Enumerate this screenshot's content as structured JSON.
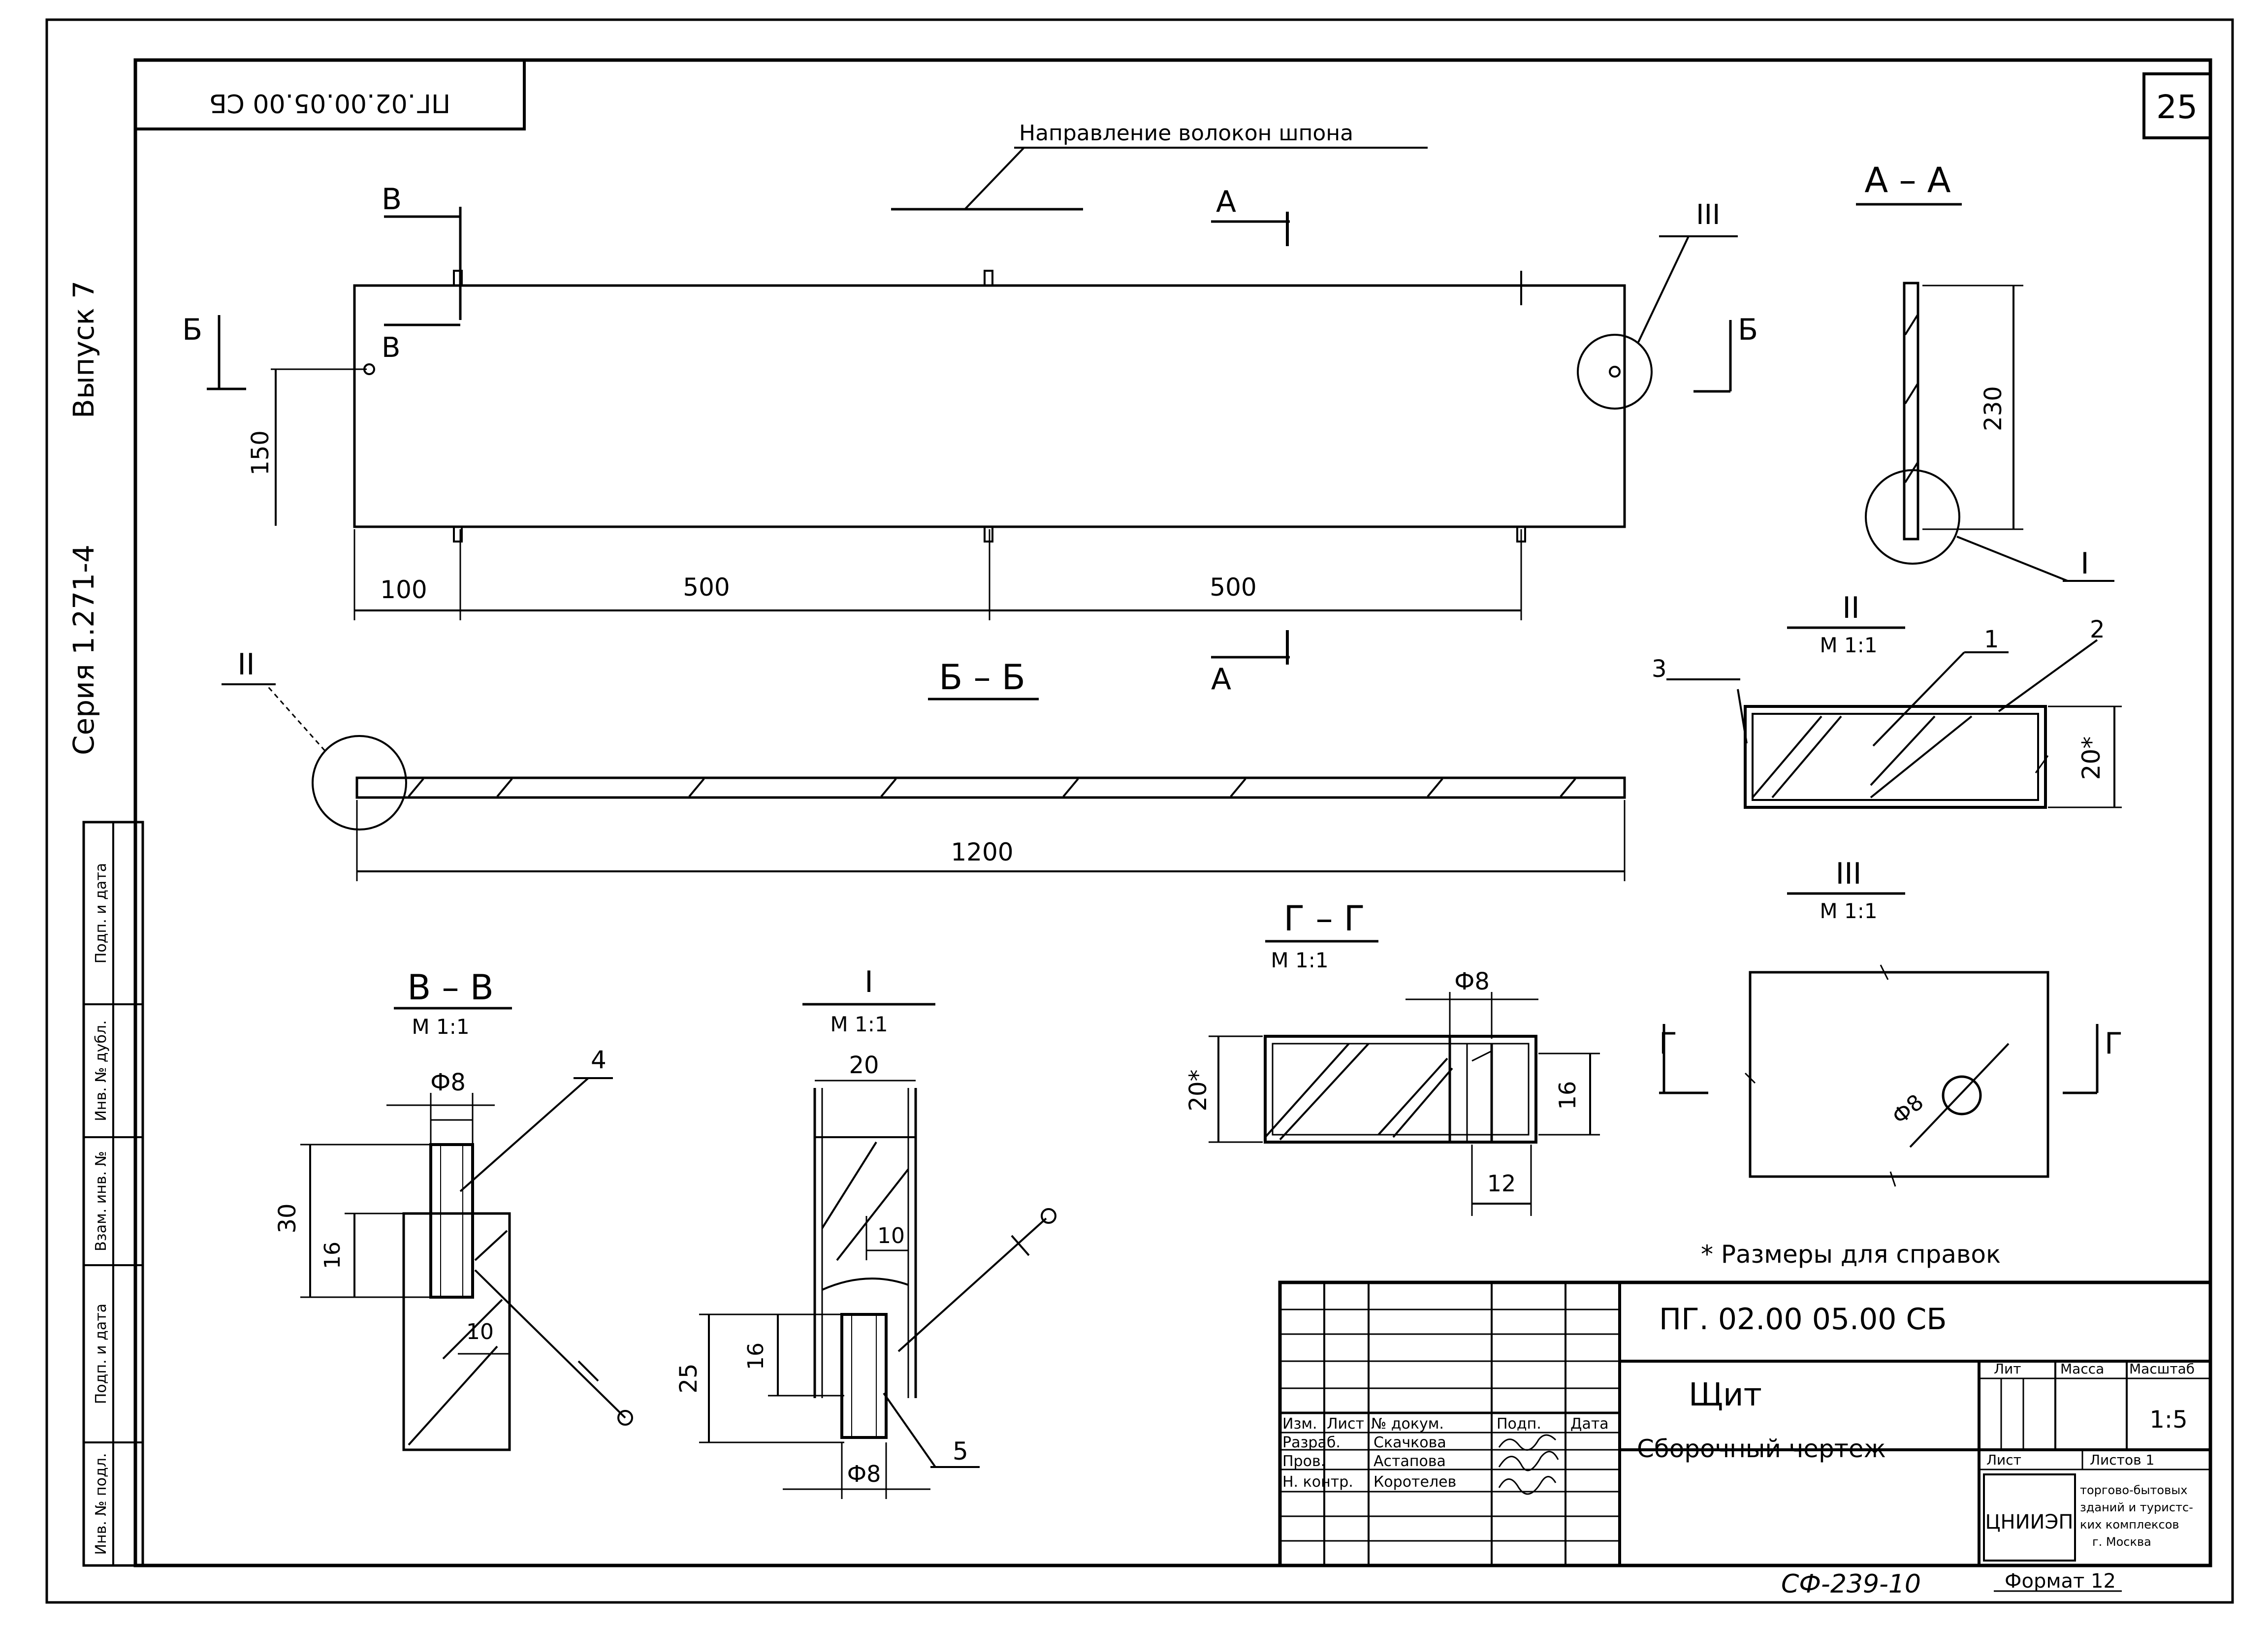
{
  "sheet": {
    "page_number": "25",
    "code_rotated": "ПГ.02.00.05.00 СБ",
    "series": "Серия 1.271-4",
    "issue": "Выпуск 7",
    "note": "* Размеры для справок",
    "bottom_code": "СФ-239-10",
    "format": "Формат 12"
  },
  "views": {
    "plan": {
      "grain_label": "Направление волокон шпона",
      "section_a": "А",
      "section_b": "Б",
      "section_v": "В",
      "detail_callout": "III",
      "dim_150": "150",
      "dim_100": "100",
      "dim_500_left": "500",
      "dim_500_right": "500"
    },
    "section_aa": {
      "title": "А – А",
      "dim_230": "230",
      "detail_callout": "I"
    },
    "section_bb": {
      "title": "Б – Б",
      "dim_1200": "1200",
      "detail_callout": "II"
    },
    "detail_2": {
      "title": "II",
      "scale": "М 1:1",
      "callout_1": "1",
      "callout_2": "2",
      "callout_3": "3",
      "dim_20": "20*"
    },
    "detail_3": {
      "title": "III",
      "scale": "М 1:1",
      "section_g": "Г",
      "dia_8": "Ф8"
    },
    "section_vv": {
      "title": "В – В",
      "scale": "М 1:1",
      "dia_8": "Ф8",
      "callout_4": "4",
      "dim_30": "30",
      "dim_16": "16",
      "dim_10": "10"
    },
    "detail_1": {
      "title": "I",
      "scale": "М 1:1",
      "dim_20": "20",
      "dim_10": "10",
      "dim_16": "16",
      "dim_25": "25",
      "dia_8": "Ф8",
      "callout_5": "5"
    },
    "section_gg": {
      "title": "Г – Г",
      "scale": "М 1:1",
      "dia_8": "Ф8",
      "dim_20": "20*",
      "dim_16": "16",
      "dim_12": "12"
    }
  },
  "left_stamp": [
    "Инв. № подл.",
    "Подп. и дата",
    "Взам. инв. №",
    "Инв. № дубл.",
    "Подп. и дата"
  ],
  "title_block": {
    "doc_code": "ПГ. 02.00 05.00 СБ",
    "name_line1": "Щит",
    "name_line2": "Сборочный чертеж",
    "col_izm": "Изм.",
    "col_list": "Лист",
    "col_doc": "№ докум.",
    "col_sign": "Подп.",
    "col_date": "Дата",
    "role_dev": "Разраб.",
    "role_check": "Пров.",
    "role_norm": "Н. контр.",
    "name_dev": "Скачкова",
    "name_check": "Астапова",
    "name_norm": "Коротелев",
    "lit_label": "Лит",
    "mass_label": "Масса",
    "scale_label": "Масштаб",
    "scale_value": "1:5",
    "sheet_label": "Лист",
    "sheets_label": "Листов 1",
    "org_logo": "ЦНИИЭП",
    "org_line1": "торгово-бытовых",
    "org_line2": "зданий и туристс-",
    "org_line3": "ких комплексов",
    "org_line4": "г. Москва"
  }
}
